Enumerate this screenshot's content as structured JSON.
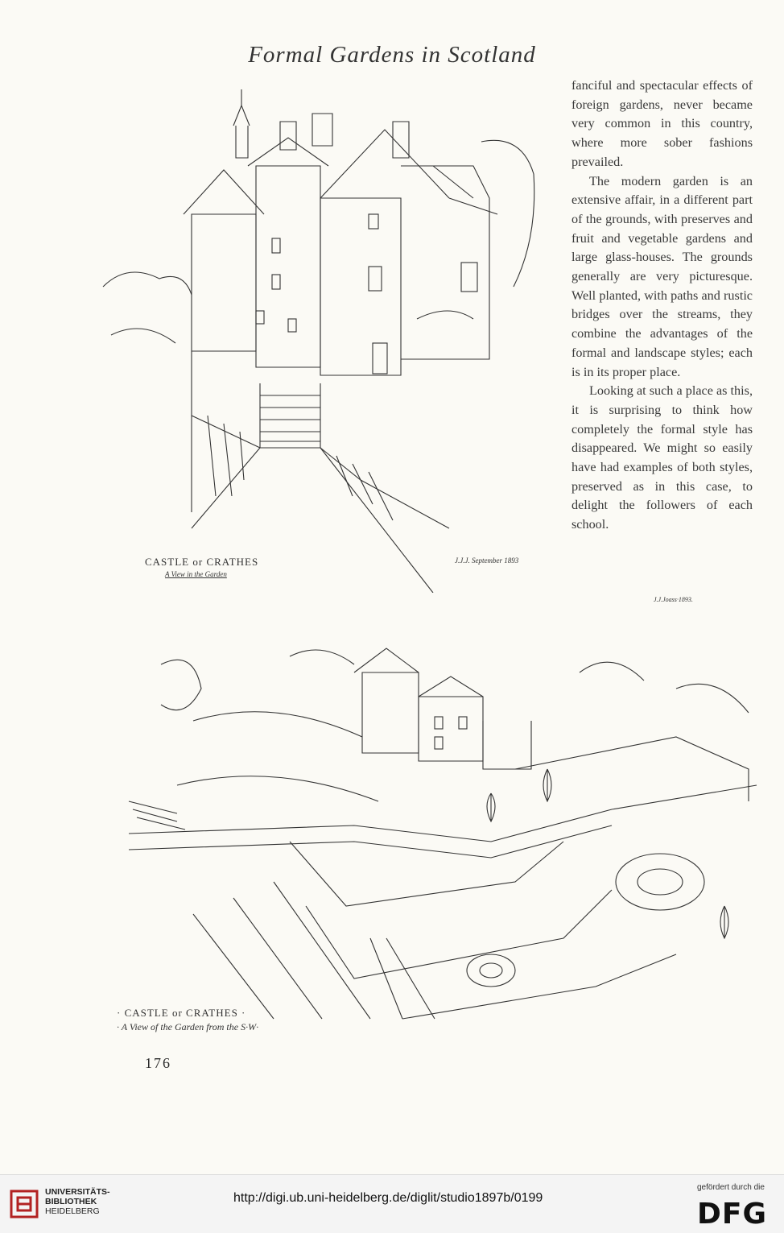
{
  "page": {
    "running_head": "Formal Gardens in Scotland",
    "page_number": "176"
  },
  "text": {
    "para1": "fanciful and spectacular effects of foreign gardens, never became very common in this country, where more sober fashions prevailed.",
    "para2": "The modern garden is an extensive affair, in a different part of the grounds, with preserves and fruit and vegetable gardens and large glass-houses. The grounds generally are very picturesque. Well planted, with paths and rustic bridges over the streams, they combine the advantages of the formal and landscape styles; each is in its proper place.",
    "para3": "Looking at such a place as this, it is surprising to think how completely the formal style has disappeared. We might so easily have had examples of both styles, preserved as in this case, to delight the followers of each school."
  },
  "figures": {
    "fig1": {
      "caption_title": "CASTLE or CRATHES",
      "caption_sub": "A View in the Garden",
      "signature": "J.J.J. September 1893"
    },
    "sign2": "J.J.Joass·1893.",
    "fig2": {
      "caption_title": "· CASTLE or CRATHES ·",
      "caption_sub": "· A View of the Garden from the S·W·"
    }
  },
  "footer": {
    "institution_line1": "UNIVERSITÄTS-",
    "institution_line2": "BIBLIOTHEK",
    "institution_line3": "HEIDELBERG",
    "url": "http://digi.ub.uni-heidelberg.de/diglit/studio1897b/0199",
    "funding_label": "gefördert durch die",
    "funder_logo": "DFG"
  }
}
